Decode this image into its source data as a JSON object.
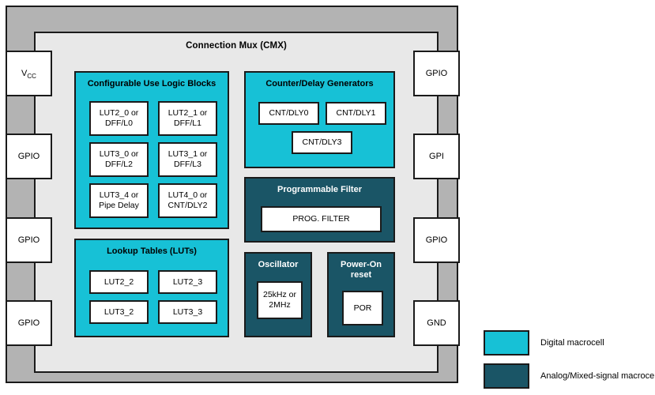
{
  "diagram": {
    "title": "Connection Mux (CMX)",
    "colors": {
      "digital_macrocell": "#17c1d6",
      "analog_macrocell": "#1a5566",
      "chip_frame": "#b3b3b3",
      "core": "#e8e8e8",
      "outline": "#1a1a1a",
      "cell_fill": "#ffffff"
    }
  },
  "pads": {
    "left": [
      {
        "label": "V",
        "sub": "CC",
        "name": "pad-vcc"
      },
      {
        "label": "GPIO",
        "sub": "",
        "name": "pad-gpio-left-1"
      },
      {
        "label": "GPIO",
        "sub": "",
        "name": "pad-gpio-left-2"
      },
      {
        "label": "GPIO",
        "sub": "",
        "name": "pad-gpio-left-3"
      }
    ],
    "right": [
      {
        "label": "GPIO",
        "sub": "",
        "name": "pad-gpio-right-1"
      },
      {
        "label": "GPI",
        "sub": "",
        "name": "pad-gpi-right"
      },
      {
        "label": "GPIO",
        "sub": "",
        "name": "pad-gpio-right-2"
      },
      {
        "label": "GND",
        "sub": "",
        "name": "pad-gnd"
      }
    ]
  },
  "groups": {
    "clb": {
      "title": "Configurable Use Logic Blocks",
      "type": "digital",
      "cells": [
        "LUT2_0 or\nDFF/L0",
        "LUT2_1 or\nDFF/L1",
        "LUT3_0 or\nDFF/L2",
        "LUT3_1 or\nDFF/L3",
        "LUT3_4 or\nPipe Delay",
        "LUT4_0 or\nCNT/DLY2"
      ]
    },
    "luts": {
      "title": "Lookup Tables (LUTs)",
      "type": "digital",
      "cells": [
        "LUT2_2",
        "LUT2_3",
        "LUT3_2",
        "LUT3_3"
      ]
    },
    "counters": {
      "title": "Counter/Delay Generators",
      "type": "digital",
      "cells": [
        "CNT/DLY0",
        "CNT/DLY1",
        "CNT/DLY3"
      ]
    },
    "filter": {
      "title": "Programmable Filter",
      "type": "analog",
      "cells": [
        "PROG. FILTER"
      ]
    },
    "oscillator": {
      "title": "Oscillator",
      "type": "analog",
      "cells": [
        "25kHz or\n2MHz"
      ]
    },
    "por": {
      "title": "Power-On\nreset",
      "type": "analog",
      "cells": [
        "POR"
      ]
    }
  },
  "legend": {
    "items": [
      {
        "label": "Digital macrocell",
        "type": "digital"
      },
      {
        "label": "Analog/Mixed-signal macrocell",
        "type": "analog"
      }
    ]
  }
}
